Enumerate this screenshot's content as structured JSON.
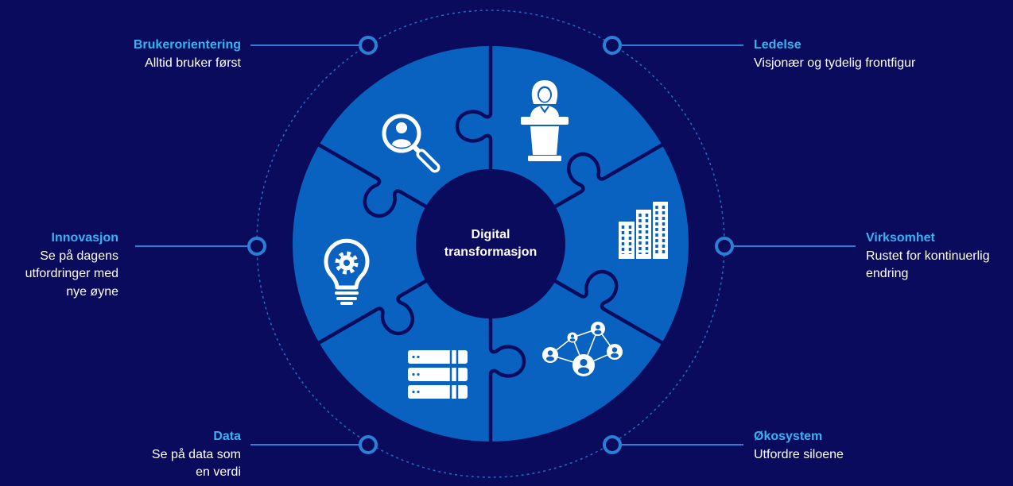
{
  "center": {
    "line1": "Digital",
    "line2": "transformasjon"
  },
  "items": [
    {
      "title": "Brukerorientering",
      "lines": [
        "Alltid bruker først"
      ],
      "icon": "user-search-icon"
    },
    {
      "title": "Ledelse",
      "lines": [
        "Visjonær og tydelig frontfigur"
      ],
      "icon": "speaker-podium-icon"
    },
    {
      "title": "Innovasjon",
      "lines": [
        "Se på dagens",
        "utfordringer med",
        "nye øyne"
      ],
      "icon": "lightbulb-gear-icon"
    },
    {
      "title": "Virksomhet",
      "lines": [
        "Rustet for kontinuerlig",
        "endring"
      ],
      "icon": "buildings-icon"
    },
    {
      "title": "Data",
      "lines": [
        "Se på data som",
        "en verdi"
      ],
      "icon": "server-stack-icon"
    },
    {
      "title": "Økosystem",
      "lines": [
        "Utfordre siloene"
      ],
      "icon": "people-network-icon"
    }
  ],
  "colors": {
    "background": "#0a0b5c",
    "puzzle": "#0a62c0",
    "accent": "#35b4f4",
    "connector": "#2a7fd6",
    "text": "#ffffff"
  }
}
